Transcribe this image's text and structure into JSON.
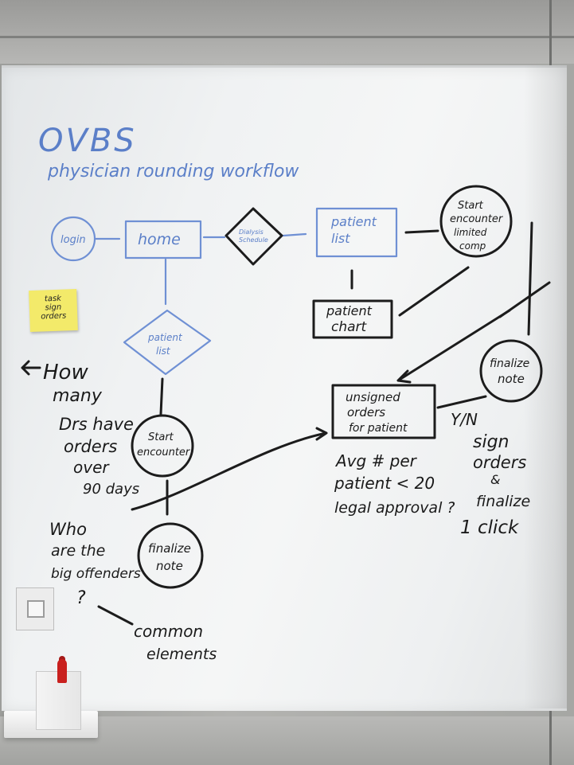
{
  "title": "OVBS",
  "subtitle": "physician rounding workflow",
  "sticky_note": {
    "line1": "task",
    "line2": "sign",
    "line3": "orders"
  },
  "nodes": {
    "login": "login",
    "home": "home",
    "dialysis_line1": "Dialysis",
    "dialysis_line2": "Schedule",
    "patient_list_top_l1": "patient",
    "patient_list_top_l2": "list",
    "start_encounter_top_l1": "Start",
    "start_encounter_top_l2": "encounter",
    "start_encounter_top_l3": "limited",
    "start_encounter_top_l4": "comp",
    "patient_chart_l1": "patient",
    "patient_chart_l2": "chart",
    "patient_list_left_l1": "patient",
    "patient_list_left_l2": "list",
    "start_encounter_left_l1": "Start",
    "start_encounter_left_l2": "encounter",
    "finalize_note_right_l1": "finalize",
    "finalize_note_right_l2": "note",
    "unsigned_l1": "unsigned",
    "unsigned_l2": "orders",
    "unsigned_l3": "for patient",
    "finalize_note_bottom_l1": "finalize",
    "finalize_note_bottom_l2": "note"
  },
  "notes": {
    "how_many_l1": "How",
    "how_many_l2": "many",
    "how_many_l3": "Drs have",
    "how_many_l4": "orders",
    "how_many_l5": "over",
    "how_many_l6": "90 days",
    "who_l1": "Who",
    "who_l2": "are the",
    "who_l3": "big offenders",
    "who_l4": "?",
    "common_l1": "common",
    "common_l2": "elements",
    "yn": "Y/N",
    "sign_l1": "sign",
    "sign_l2": "orders",
    "sign_l3": "&",
    "sign_l4": "finalize",
    "sign_l5": "1 click",
    "avg_l1": "Avg # per",
    "avg_l2": "patient < 20",
    "avg_l3": "legal approval ?"
  },
  "colors": {
    "blue_ink": "#6f90d4",
    "black_ink": "#1c1c1c",
    "sticky": "#f3ea6a",
    "marker": "#c9201e"
  }
}
